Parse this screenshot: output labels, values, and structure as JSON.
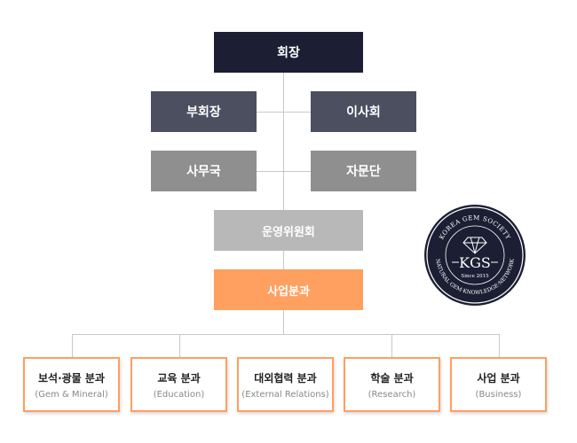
{
  "chart": {
    "chairman": "회장",
    "vice_chairman": "부회장",
    "board": "이사회",
    "secretariat": "사무국",
    "advisory": "자문단",
    "steering_committee": "운영위원회",
    "business_division": "사업분과",
    "divisions": [
      {
        "ko": "보석·광물 분과",
        "en": "(Gem & Mineral)"
      },
      {
        "ko": "교육 분과",
        "en": "(Education)"
      },
      {
        "ko": "대외협력 분과",
        "en": "(External Relations)"
      },
      {
        "ko": "학술 분과",
        "en": "(Research)"
      },
      {
        "ko": "사업 분과",
        "en": "(Business)"
      }
    ]
  },
  "logo": {
    "top_text": "KOREA GEM SOCIETY",
    "name": "KGS",
    "since": "Since 2015",
    "bottom_text": "NATURAL GEM·KNOWLEDGE·NETWORK"
  },
  "colors": {
    "navy": "#1c1f33",
    "orange": "#ff9f60"
  }
}
